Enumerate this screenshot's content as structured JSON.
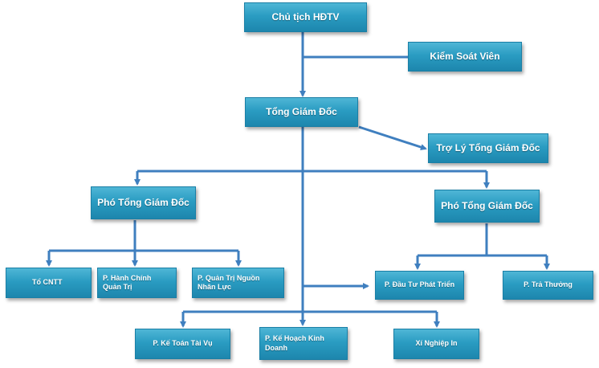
{
  "nodes": {
    "chairman": "Chủ tịch HĐTV",
    "controller": "Kiểm Soát Viên",
    "ceo": "Tổng Giám Đốc",
    "ceo_assistant": "Trợ Lý Tổng Giám Đốc",
    "deputy_left": "Phó Tổng Giám Đốc",
    "deputy_right": "Phó Tổng Giám Đốc",
    "it_team": "Tổ CNTT",
    "admin_dept": "P. Hành Chính Quản Trị",
    "hr_dept": "P. Quản Trị Nguồn Nhân Lực",
    "investment_dept": "P. Đầu Tư Phát Triển",
    "bonus_dept": "P. Trả Thưởng",
    "accounting_dept": "P. Kế Toán Tài Vụ",
    "planning_dept": "P. Kế Hoạch Kinh Doanh",
    "printing_unit": "Xí Nghiệp In"
  },
  "colors": {
    "box_fill": "#2a9cc2",
    "box_text": "#ffffff",
    "connector": "#3f7fbf"
  }
}
